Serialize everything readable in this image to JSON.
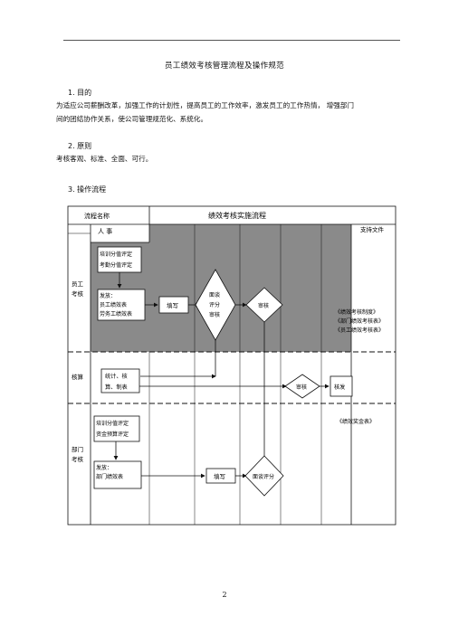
{
  "doc": {
    "title": "员工绩效考核管理流程及操作规范",
    "page_number": "2",
    "sections": [
      {
        "heading": "1.  目的",
        "lines": [
          "为适应公司薪酬改革，加强工作的计划性，提高员工的工作效率，激发员工的工作热情， 增强部门",
          "间的团结协作关系，使公司管理规范化、系统化。"
        ]
      },
      {
        "heading": "2.  原则",
        "lines": [
          "考核客观、标准、全面、可行。"
        ]
      },
      {
        "heading": "3.  操作流程",
        "lines": []
      }
    ]
  },
  "flow": {
    "header_name": "流程名称",
    "header_title": "绩效考核实施流程",
    "col_hr": "人  事",
    "col_docs": "支持文件",
    "lane_staff": [
      "员工",
      "考核"
    ],
    "lane_accounting": "核算",
    "lane_dept": [
      "部门",
      "考核"
    ],
    "staff_box1": [
      "培训分值评定",
      "考勤分值评定"
    ],
    "staff_box2": [
      "发放：",
      "员工绩效表",
      "劳务工绩效表"
    ],
    "fill": "填写",
    "diamond1": [
      "面谈",
      "评分",
      "审核"
    ],
    "review": "审核",
    "acc_box": [
      "统计、核",
      "算、制表"
    ],
    "issue": "核发",
    "dept_box1": [
      "培训分值评定",
      "资金预算评定"
    ],
    "dept_box2": [
      "发放：",
      "部门绩效表"
    ],
    "diamond_dept": "面谈评分",
    "docs_staff": [
      "《绩效考核制度》",
      "《部门绩效考核表》",
      "《员工绩效考核表》"
    ],
    "docs_dept": "《绩效奖金表》"
  }
}
